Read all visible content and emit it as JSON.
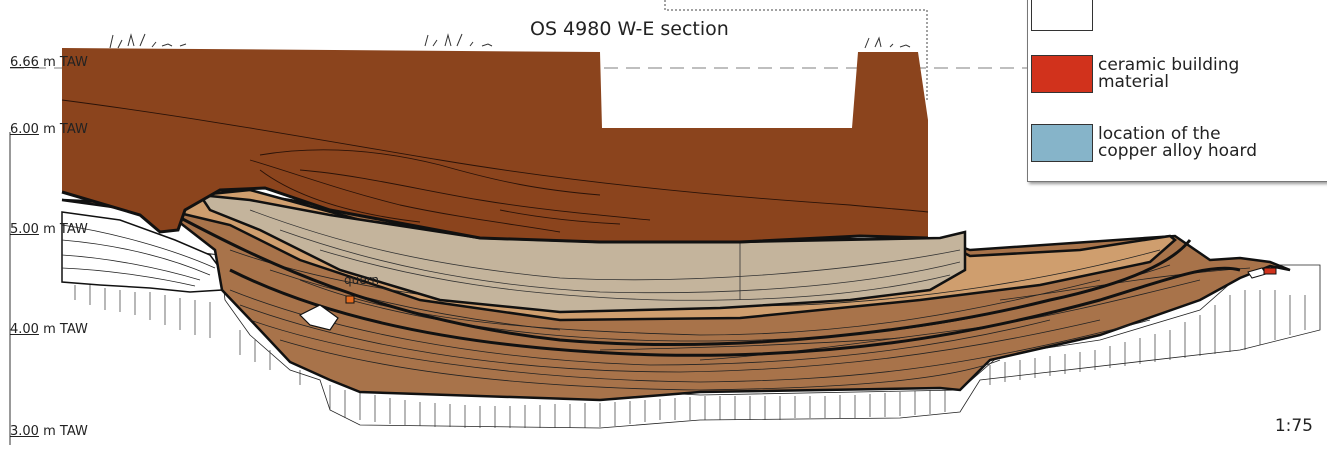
{
  "title": "OS 4980 W-E section",
  "levels": [
    "6.66 m TAW",
    "6.00 m TAW",
    "5.00 m TAW",
    "4.00 m TAW",
    "3.00 m TAW"
  ],
  "scale": "1:75",
  "find_label": "quern",
  "legend": [
    {
      "label": "",
      "color": "#ffffff"
    },
    {
      "label": "ceramic building\nmaterial",
      "color": "#d1321c"
    },
    {
      "label": "location of the\ncopper alloy hoard",
      "color": "#86b4c9"
    }
  ],
  "colors": {
    "topsoil": "#8b441d",
    "light_fill": "#c4b49c",
    "mid_fill": "#cf9e6e",
    "dark_fill": "#a8734a",
    "outline": "#111111"
  }
}
